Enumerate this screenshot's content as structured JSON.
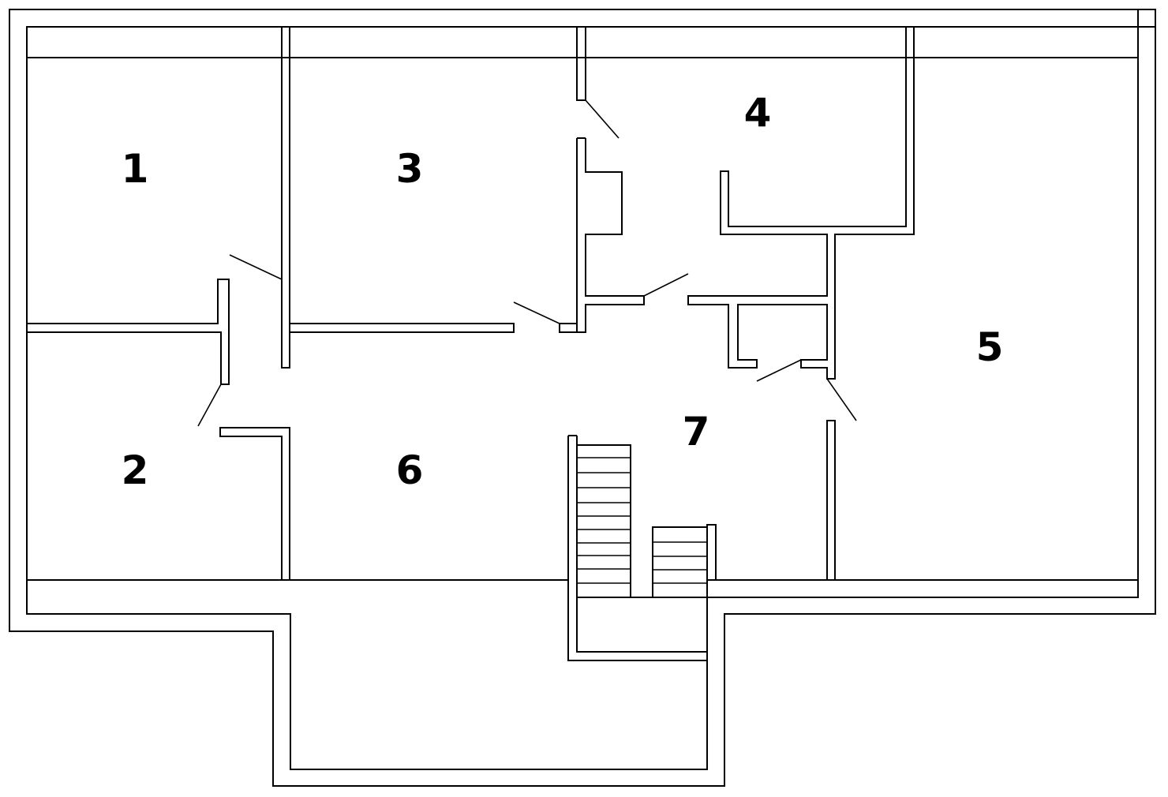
{
  "floor_plan": {
    "rooms": [
      {
        "id": "room-1",
        "label": "1"
      },
      {
        "id": "room-2",
        "label": "2"
      },
      {
        "id": "room-3",
        "label": "3"
      },
      {
        "id": "room-4",
        "label": "4"
      },
      {
        "id": "room-5",
        "label": "5"
      },
      {
        "id": "room-6",
        "label": "6"
      },
      {
        "id": "room-7",
        "label": "7"
      }
    ],
    "colors": {
      "line": "#000000",
      "background": "#ffffff"
    }
  }
}
